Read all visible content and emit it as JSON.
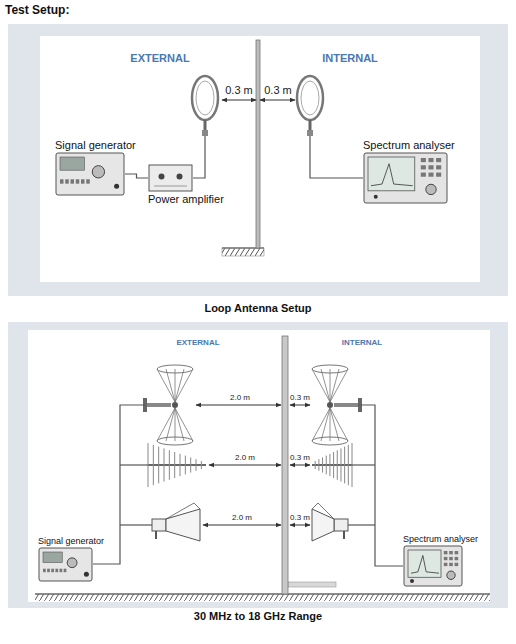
{
  "diagram": {
    "title": "Test Setup:",
    "nodes": [
      {
        "text": [
          "Loop Antenna Setup"
        ]
      },
      {
        "text": [
          "Signal generator"
        ],
        "in": 0
      },
      {
        "text": [
          "Power amplifier"
        ],
        "in": 0
      },
      {
        "text": [
          "Spectrum analyser"
        ],
        "in": 0
      },
      {
        "text": [
          "30 MHz to 18 GHz Range"
        ]
      },
      {
        "text": [
          "Signal generator"
        ],
        "in": 4
      },
      {
        "text": [
          "Spectrum analyser"
        ],
        "in": 4
      }
    ],
    "edges": [
      {
        "from": 1,
        "to": 2,
        "arrow": "none"
      }
    ],
    "labels": [
      "EXTERNAL",
      "INTERNAL",
      "0.3 m",
      "0.3 m",
      "EXTERNAL",
      "INTERNAL",
      "2.0 m",
      "2.0 m",
      "2.0 m",
      "0.3 m",
      "0.3 m",
      "0.3 m"
    ]
  }
}
